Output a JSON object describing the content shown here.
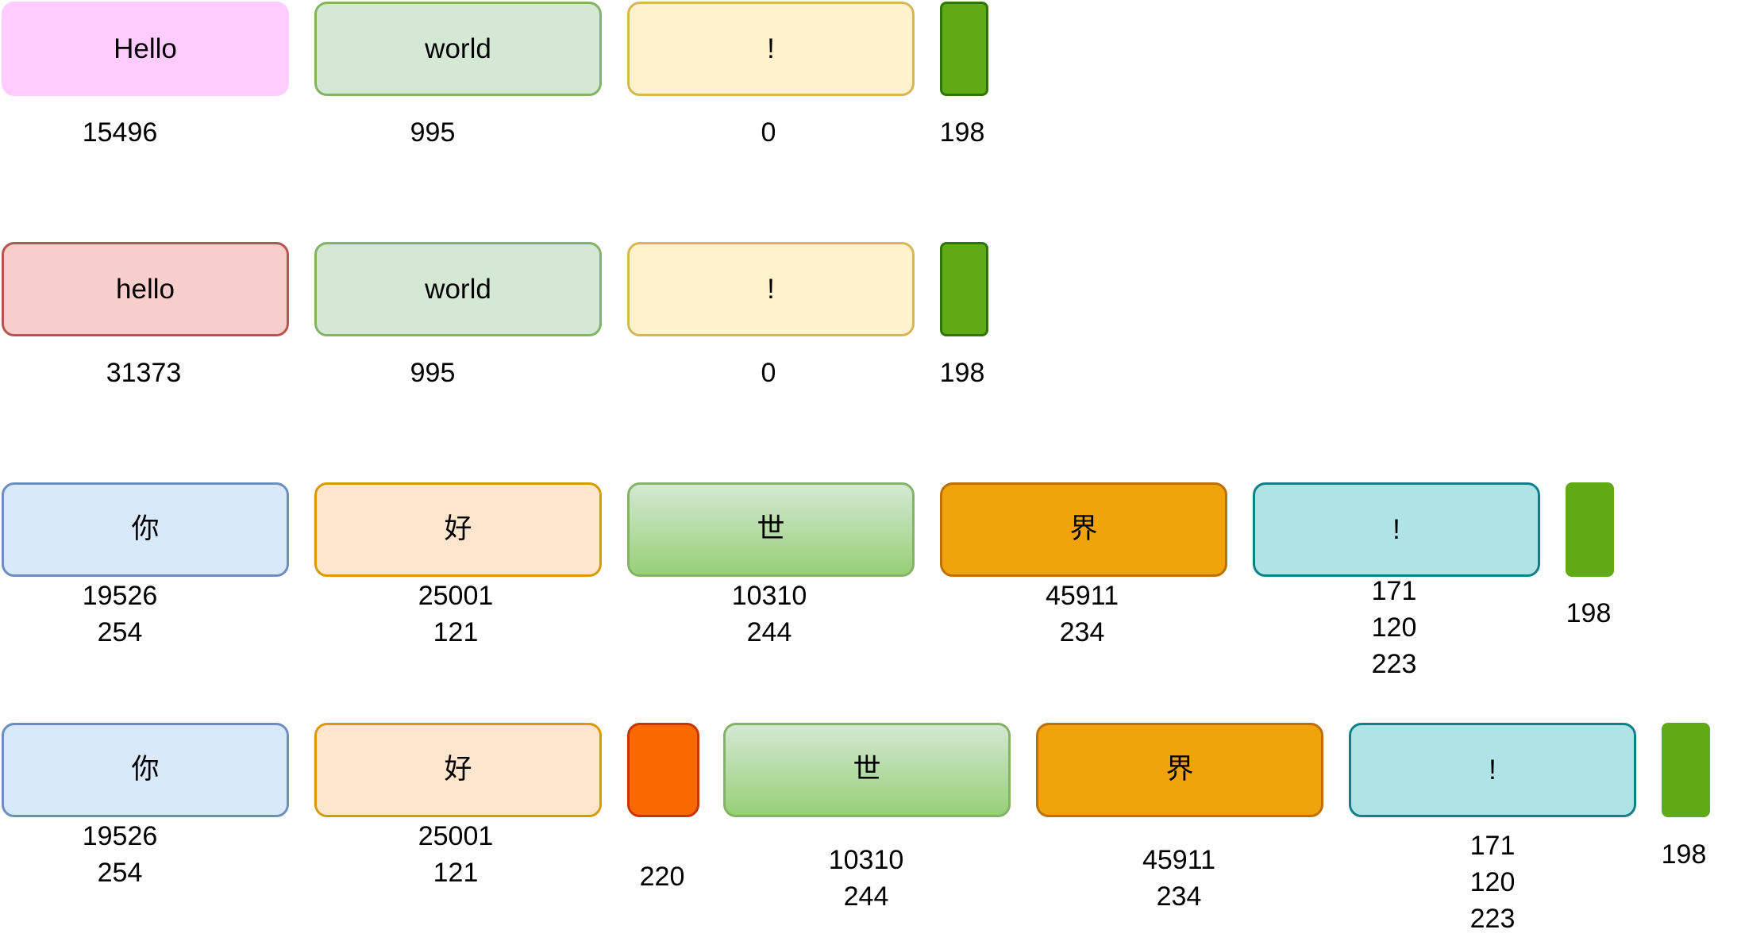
{
  "colors": {
    "pink_fill": "#ffccff",
    "red_fill": "#f8cecc",
    "red_stroke": "#b85450",
    "green_fill": "#d5e8d4",
    "green_stroke": "#82b366",
    "yellow_fill": "#fff2cc",
    "yellow_stroke": "#d6b656",
    "end_fill": "#60a917",
    "end_stroke": "#2d7600",
    "blue_fill": "#dae8fc",
    "blue_stroke": "#6c8ebf",
    "peach_fill": "#ffe6cc",
    "peach_stroke": "#d79b00",
    "gradient_top": "#d5e8d4",
    "gradient_bottom": "#97d077",
    "orange_fill": "#f0a30a",
    "orange_stroke": "#bd7000",
    "teal_fill": "#b0e3e6",
    "teal_stroke": "#0e8088",
    "vivid_orange_fill": "#fa6800",
    "vivid_orange_stroke": "#c73500"
  },
  "rows": [
    {
      "tokens": [
        {
          "text": "Hello",
          "ids": [
            "15496"
          ]
        },
        {
          "text": "world",
          "ids": [
            "995"
          ]
        },
        {
          "text": "!",
          "ids": [
            "0"
          ]
        },
        {
          "text": "",
          "ids": [
            "198"
          ]
        }
      ]
    },
    {
      "tokens": [
        {
          "text": "hello",
          "ids": [
            "31373"
          ]
        },
        {
          "text": "world",
          "ids": [
            "995"
          ]
        },
        {
          "text": "!",
          "ids": [
            "0"
          ]
        },
        {
          "text": "",
          "ids": [
            "198"
          ]
        }
      ]
    },
    {
      "tokens": [
        {
          "text": "你",
          "ids": [
            "19526",
            "254"
          ]
        },
        {
          "text": "好",
          "ids": [
            "25001",
            "121"
          ]
        },
        {
          "text": "世",
          "ids": [
            "10310",
            "244"
          ]
        },
        {
          "text": "界",
          "ids": [
            "45911",
            "234"
          ]
        },
        {
          "text": "!",
          "ids": [
            "171",
            "120",
            "223"
          ]
        },
        {
          "text": "",
          "ids": [
            "198"
          ]
        }
      ]
    },
    {
      "tokens": [
        {
          "text": "你",
          "ids": [
            "19526",
            "254"
          ]
        },
        {
          "text": "好",
          "ids": [
            "25001",
            "121"
          ]
        },
        {
          "text": "",
          "ids": [
            "220"
          ]
        },
        {
          "text": "世",
          "ids": [
            "10310",
            "244"
          ]
        },
        {
          "text": "界",
          "ids": [
            "45911",
            "234"
          ]
        },
        {
          "text": "!",
          "ids": [
            "171",
            "120",
            "223"
          ]
        },
        {
          "text": "",
          "ids": [
            "198"
          ]
        }
      ]
    }
  ]
}
